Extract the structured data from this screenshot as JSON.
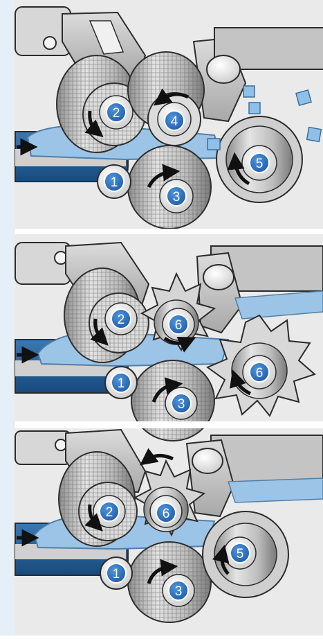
{
  "colors": {
    "panel_bg": "#eaeaea",
    "page_bg": "#ffffff",
    "side_tint": "#e6eef7",
    "steel_light": "#d2d2d2",
    "steel_mid": "#b3b3b3",
    "steel_dark": "#8c8c8c",
    "outline": "#2b2b2b",
    "belt_blue": "#1f5b95",
    "product_blue": "#9cc4e6",
    "product_outline": "#4f7fa8",
    "badge_blue": "#2c6fbf",
    "arrow": "#111111"
  },
  "panels": [
    {
      "id": "top",
      "badges": [
        {
          "label": "2",
          "role": "upper-feed-roller"
        },
        {
          "label": "4",
          "role": "slicing-roller"
        },
        {
          "label": "1",
          "role": "conveyor-belt"
        },
        {
          "label": "3",
          "role": "lower-feed-roller"
        },
        {
          "label": "5",
          "role": "dicing-cutter"
        }
      ]
    },
    {
      "id": "middle",
      "badges": [
        {
          "label": "2",
          "role": "upper-feed-roller"
        },
        {
          "label": "6",
          "role": "shredding-wheel-small"
        },
        {
          "label": "1",
          "role": "conveyor-belt"
        },
        {
          "label": "3",
          "role": "lower-feed-roller"
        },
        {
          "label": "6",
          "role": "shredding-wheel-large"
        }
      ]
    },
    {
      "id": "bottom",
      "badges": [
        {
          "label": "2",
          "role": "upper-feed-roller"
        },
        {
          "label": "6",
          "role": "shredding-wheel"
        },
        {
          "label": "1",
          "role": "conveyor-belt"
        },
        {
          "label": "3",
          "role": "lower-feed-roller"
        },
        {
          "label": "5",
          "role": "cutter-wheel"
        }
      ]
    }
  ]
}
